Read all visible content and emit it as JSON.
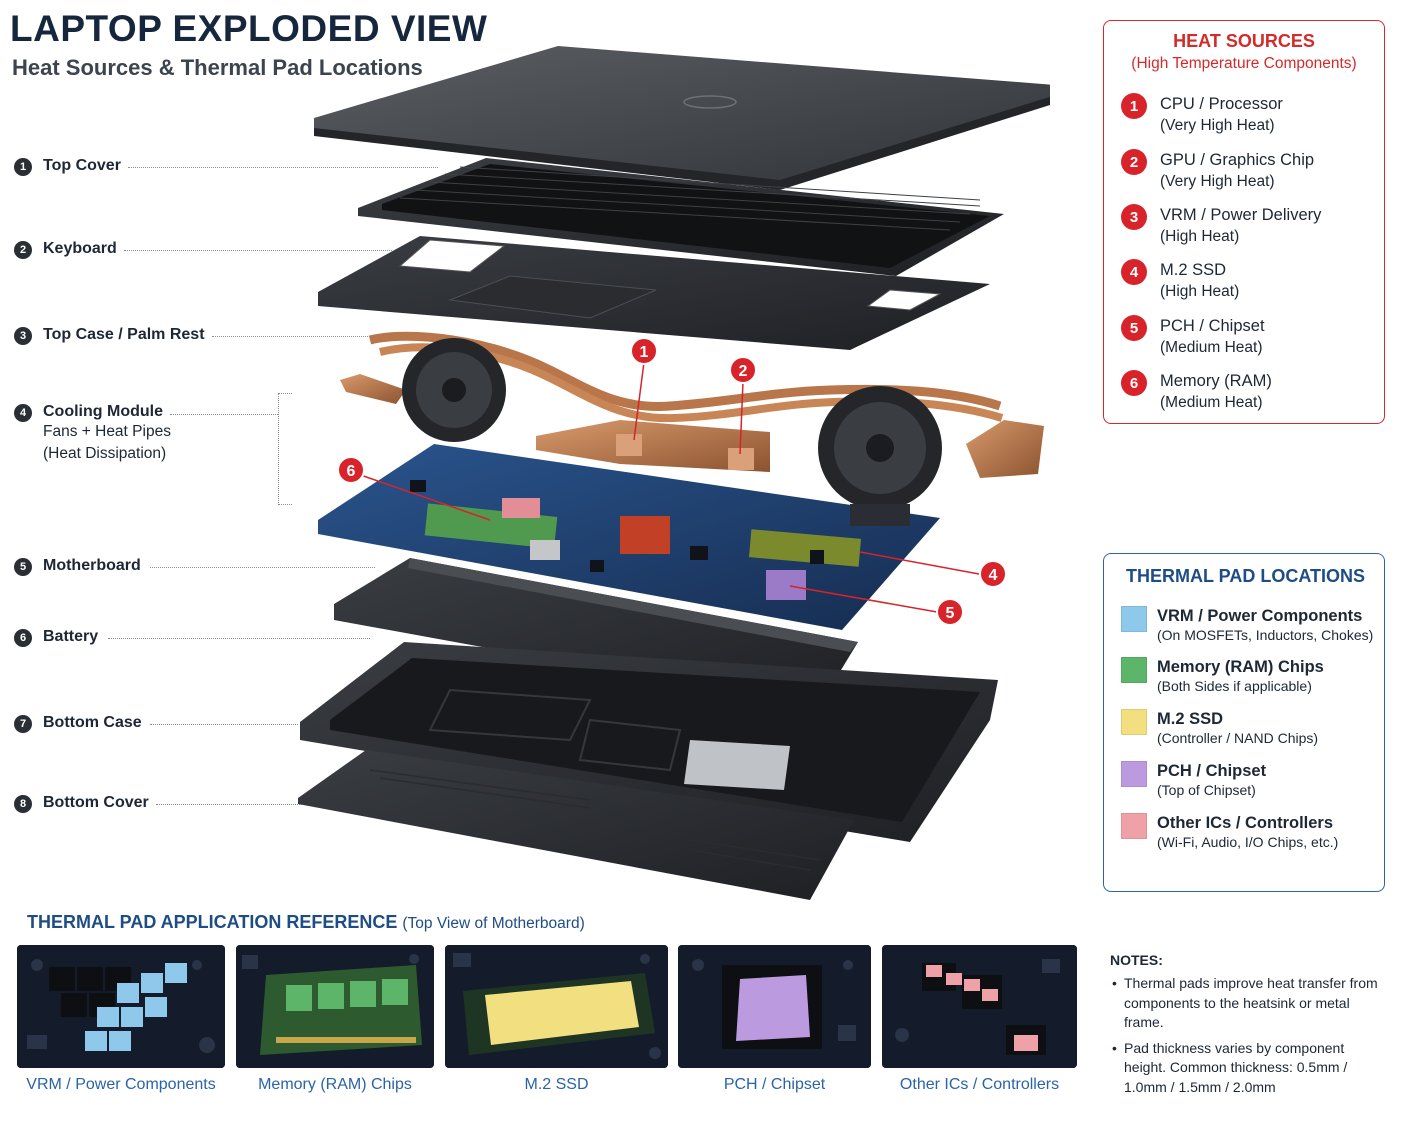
{
  "header": {
    "title": "LAPTOP EXPLODED VIEW",
    "subtitle": "Heat Sources & Thermal Pad Locations"
  },
  "components": [
    {
      "num": "1",
      "name": "Top Cover"
    },
    {
      "num": "2",
      "name": "Keyboard"
    },
    {
      "num": "3",
      "name": "Top Case / Palm Rest"
    },
    {
      "num": "4",
      "name": "Cooling Module",
      "sub1": "Fans + Heat Pipes",
      "sub2": "(Heat Dissipation)"
    },
    {
      "num": "5",
      "name": "Motherboard"
    },
    {
      "num": "6",
      "name": "Battery"
    },
    {
      "num": "7",
      "name": "Bottom Case"
    },
    {
      "num": "8",
      "name": "Bottom Cover"
    }
  ],
  "callouts": [
    "1",
    "2",
    "6",
    "4",
    "5"
  ],
  "heat_sources": {
    "title": "HEAT SOURCES",
    "subtitle": "(High Temperature Components)",
    "items": [
      {
        "num": "1",
        "name": "CPU / Processor",
        "level": "(Very High Heat)"
      },
      {
        "num": "2",
        "name": "GPU / Graphics Chip",
        "level": "(Very High Heat)"
      },
      {
        "num": "3",
        "name": "VRM / Power Delivery",
        "level": "(High Heat)"
      },
      {
        "num": "4",
        "name": "M.2 SSD",
        "level": "(High Heat)"
      },
      {
        "num": "5",
        "name": "PCH / Chipset",
        "level": "(Medium Heat)"
      },
      {
        "num": "6",
        "name": "Memory (RAM)",
        "level": "(Medium Heat)"
      }
    ]
  },
  "thermal_pads": {
    "title": "THERMAL PAD LOCATIONS",
    "items": [
      {
        "name": "VRM / Power Components",
        "desc": "(On MOSFETs, Inductors, Chokes)",
        "color": "#8ec8ea"
      },
      {
        "name": "Memory (RAM) Chips",
        "desc": "(Both Sides if applicable)",
        "color": "#5db56a"
      },
      {
        "name": "M.2 SSD",
        "desc": "(Controller / NAND Chips)",
        "color": "#f1df80"
      },
      {
        "name": "PCH / Chipset",
        "desc": "(Top of Chipset)",
        "color": "#bc9ae0"
      },
      {
        "name": "Other ICs / Controllers",
        "desc": "(Wi-Fi, Audio, I/O Chips, etc.)",
        "color": "#efa1a8"
      }
    ]
  },
  "reference": {
    "title": "THERMAL PAD APPLICATION REFERENCE",
    "subtitle": "(Top View of Motherboard)",
    "thumbs": [
      {
        "label": "VRM / Power Components",
        "color": "#8ec8ea"
      },
      {
        "label": "Memory (RAM) Chips",
        "color": "#5db56a"
      },
      {
        "label": "M.2 SSD",
        "color": "#f1df80"
      },
      {
        "label": "PCH / Chipset",
        "color": "#bc9ae0"
      },
      {
        "label": "Other ICs / Controllers",
        "color": "#efa1a8"
      }
    ]
  },
  "notes": {
    "title": "NOTES:",
    "items": [
      "Thermal pads improve heat transfer from components to the heatsink or metal frame.",
      "Pad thickness varies by component height. Common thickness: 0.5mm / 1.0mm / 1.5mm / 2.0mm"
    ]
  },
  "colors": {
    "heat_red": "#d8232a",
    "navy": "#1e4d86",
    "copper": "#b8764a",
    "pcb": "#1f3f6e"
  }
}
